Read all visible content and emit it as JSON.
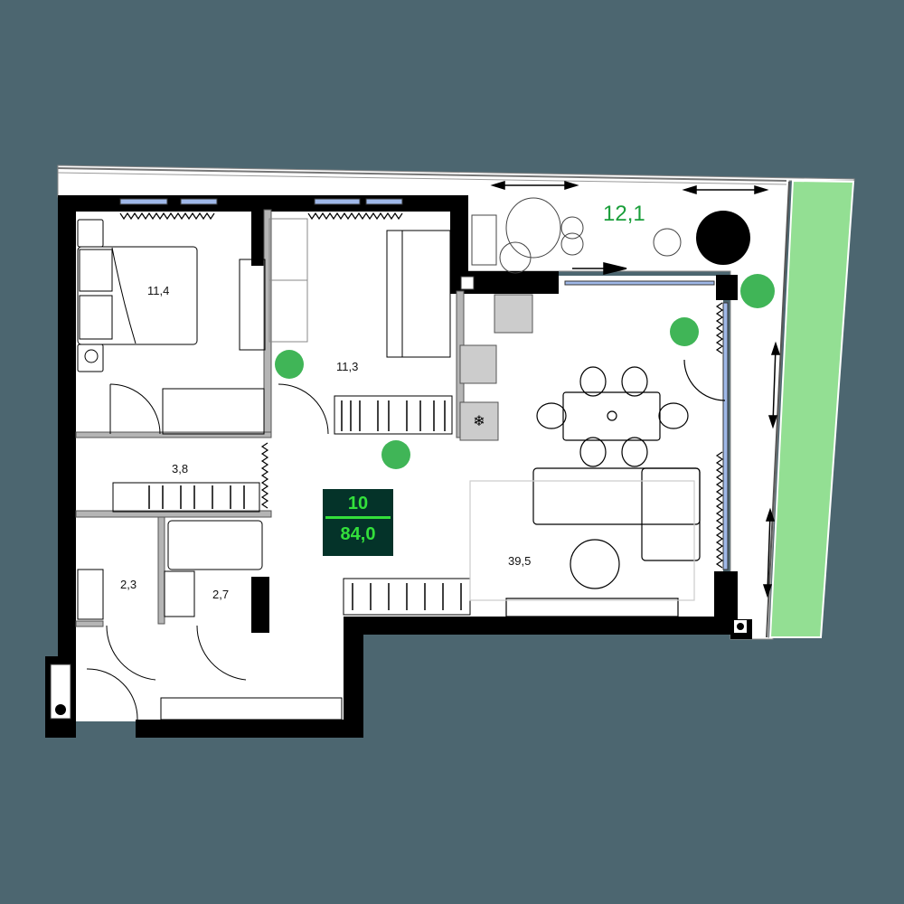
{
  "plan": {
    "apartment_number": "10",
    "total_area": "84,0",
    "rooms": [
      {
        "name": "bedroom-main",
        "area": "11,4"
      },
      {
        "name": "bedroom-kids",
        "area": "11,3"
      },
      {
        "name": "hallway",
        "area": "3,8"
      },
      {
        "name": "toilet",
        "area": "2,3"
      },
      {
        "name": "bathroom",
        "area": "2,7"
      },
      {
        "name": "living-kitchen",
        "area": "39,5"
      }
    ],
    "terrace": {
      "area": "12,1"
    }
  },
  "colors": {
    "background": "#4c6670",
    "wall": "#000000",
    "floor": "#ffffff",
    "badge_bg": "#043329",
    "badge_text": "#33e03b",
    "terrace_label": "#1a9e3a",
    "lawn": "#93df93",
    "window_glass": "#9fb8e8",
    "plant": "#1fa83a"
  }
}
